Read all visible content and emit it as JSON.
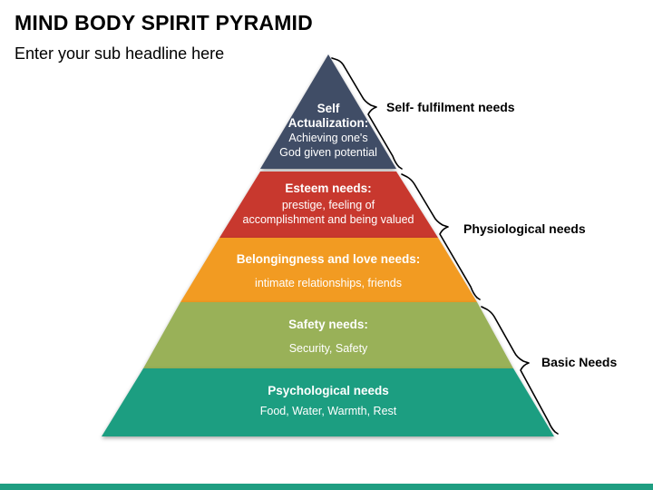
{
  "header": {
    "title": "MIND BODY SPIRIT PYRAMID",
    "subtitle": "Enter your sub headline here"
  },
  "levels": [
    {
      "title": "Self Actualization:",
      "title_lines": [
        "Self",
        "Actualization:"
      ],
      "description_lines": [
        "Achieving one's",
        "God given potential"
      ],
      "color": "#414d66"
    },
    {
      "title": "Esteem needs:",
      "description_lines": [
        "prestige, feeling of",
        "accomplishment and being valued"
      ],
      "color": "#c8392f"
    },
    {
      "title": "Belongingness and love needs:",
      "description_lines": [
        "intimate relationships, friends"
      ],
      "color": "#f29b24"
    },
    {
      "title": "Safety needs:",
      "description_lines": [
        "Security, Safety"
      ],
      "color": "#99b158"
    },
    {
      "title": "Psychological needs",
      "description_lines": [
        "Food, Water, Warmth, Rest"
      ],
      "color": "#1f9e81"
    }
  ],
  "brackets": [
    {
      "label": "Self- fulfilment needs"
    },
    {
      "label": "Physiological needs"
    },
    {
      "label": "Basic Needs"
    }
  ],
  "footer": {
    "color": "#1f9e81"
  }
}
